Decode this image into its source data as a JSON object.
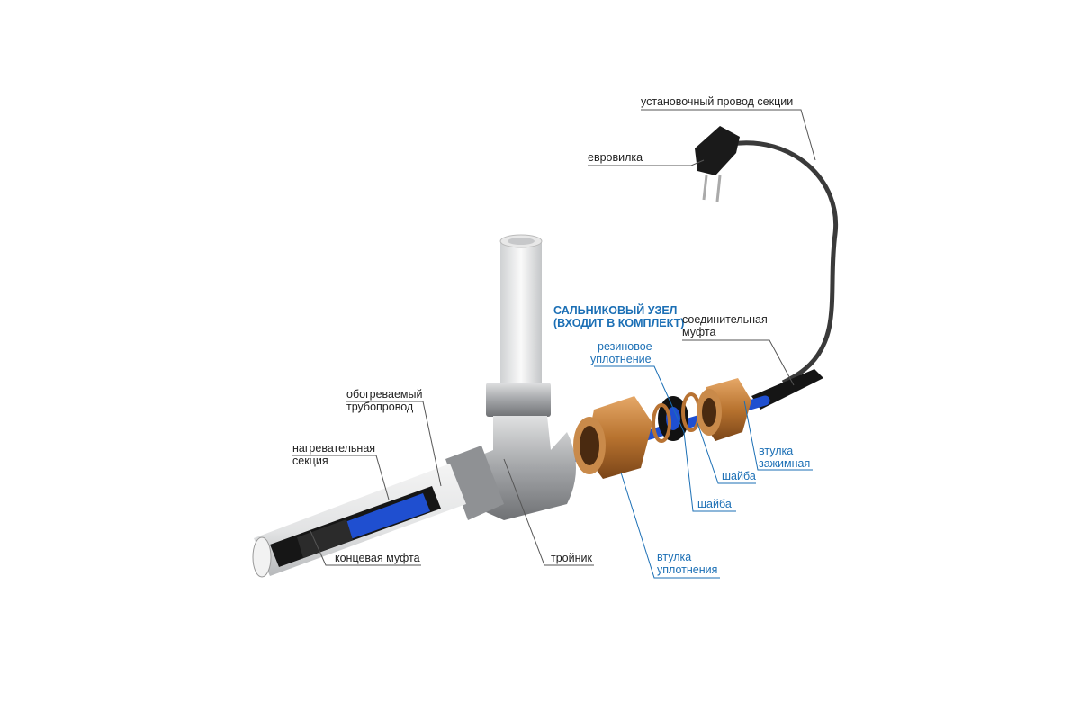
{
  "colors": {
    "blue_label": "#1b6fb5",
    "cable_blue": "#1f4fd0",
    "brass": "#b87333",
    "metal": "#a9abad"
  },
  "labels": {
    "install_wire": "установочный провод секции",
    "euro_plug": "евровилка",
    "gland_title_1": "САЛЬНИКОВЫЙ УЗЕЛ",
    "gland_title_2": "(ВХОДИТ В КОМПЛЕКТ)",
    "connector_1": "соединительная",
    "connector_2": "муфта",
    "rubber_seal_1": "резиновое",
    "rubber_seal_2": "уплотнение",
    "clamp_sleeve_1": "втулка",
    "clamp_sleeve_2": "зажимная",
    "washer_1": "шайба",
    "washer_2": "шайба",
    "seal_sleeve_1": "втулка",
    "seal_sleeve_2": "уплотнения",
    "tee": "тройник",
    "heated_pipe_1": "обогреваемый",
    "heated_pipe_2": "трубопровод",
    "heating_section_1": "нагревательная",
    "heating_section_2": "секция",
    "end_coupling": "концевая муфта"
  }
}
